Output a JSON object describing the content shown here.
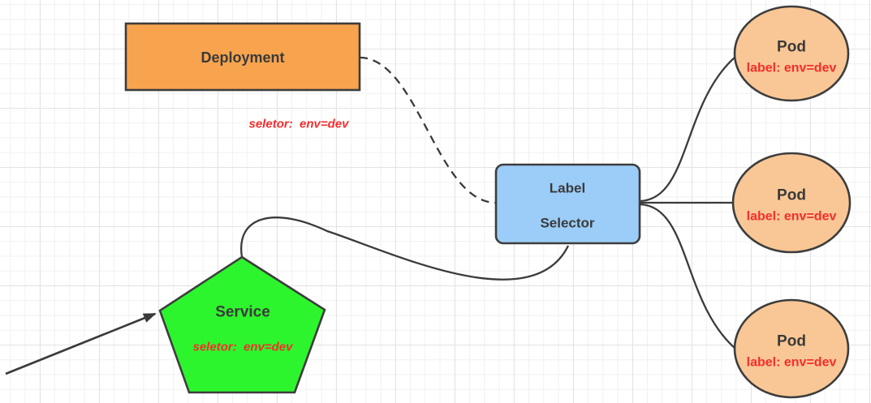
{
  "canvas": {
    "background": "#ffffff",
    "grid_minor_color": "#f1f1f3",
    "grid_major_color": "#e3e3e6"
  },
  "colors": {
    "stroke": "#3d3d3d",
    "text": "#3a3a3a",
    "red_label": "#f52d2d",
    "deployment_fill": "#f8a44e",
    "selector_fill": "#9bcdf8",
    "service_fill": "#2df52d",
    "pod_fill": "#f9c795"
  },
  "nodes": {
    "deployment": {
      "label": "Deployment"
    },
    "deployment_note": {
      "text": "seletor:  env=dev"
    },
    "label_selector": {
      "line1": "Label",
      "line2": "Selector"
    },
    "service": {
      "label": "Service",
      "note": "seletor:  env=dev"
    },
    "pods": [
      {
        "name": "Pod",
        "label": "label: env=dev"
      },
      {
        "name": "Pod",
        "label": "label: env=dev"
      },
      {
        "name": "Pod",
        "label": "label: env=dev"
      }
    ]
  },
  "edges": {
    "deployment_to_selector": "dashed curve",
    "service_to_selector": "solid curve",
    "selector_to_pods": "solid curves (3)",
    "external_arrow_to_service": "solid arrow"
  }
}
